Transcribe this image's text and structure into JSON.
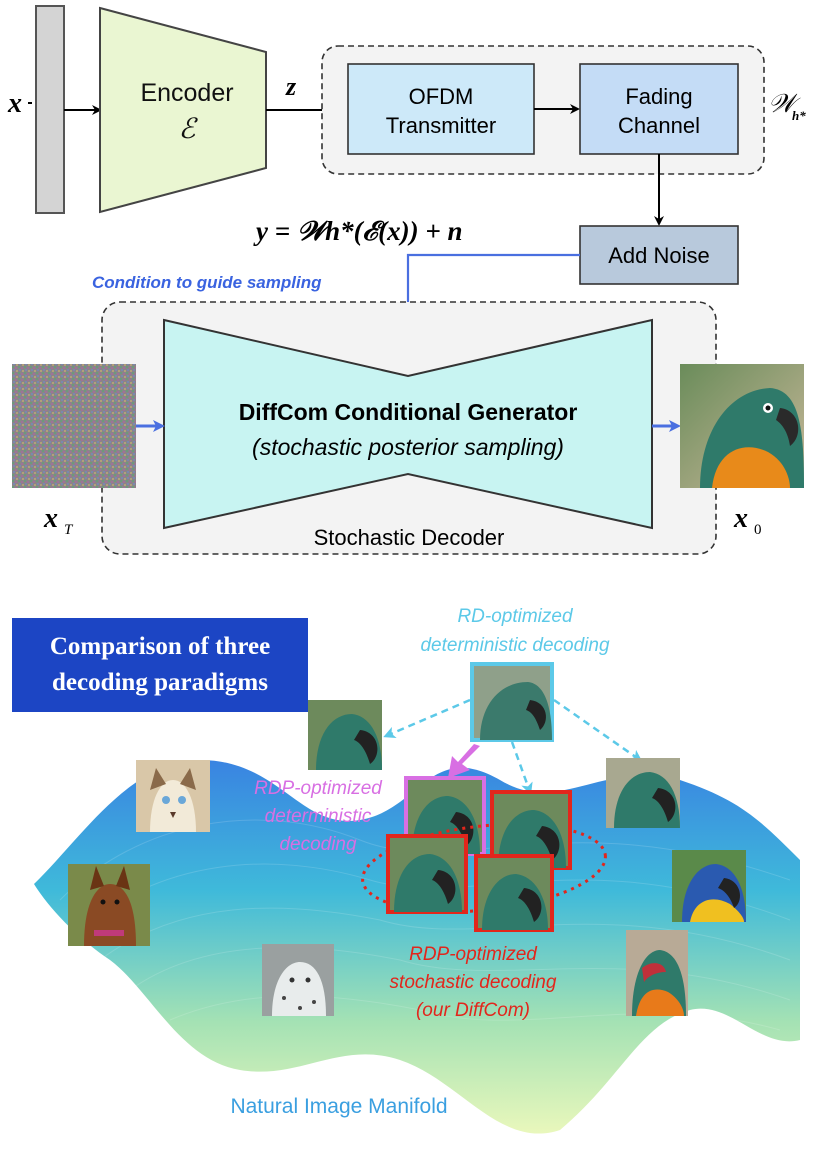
{
  "top": {
    "input_label": "x",
    "encoder": {
      "line1": "Encoder",
      "line2": "ℰ"
    },
    "latent_label": "z",
    "ofdm": {
      "line1": "OFDM",
      "line2": "Transmitter"
    },
    "fading": {
      "line1": "Fading",
      "line2": "Channel"
    },
    "channel_group_label": "𝒲",
    "channel_group_sub": "h*",
    "equation": "y = 𝒲h*(ℰ(x)) + n",
    "add_noise": "Add Noise",
    "condition_label": "Condition to guide sampling",
    "generator_title": "DiffCom Conditional Generator",
    "generator_subtitle": "(stochastic posterior sampling)",
    "decoder_label": "Stochastic Decoder",
    "xT_label": "x",
    "xT_sub": "T",
    "x0_label": "x",
    "x0_sub": "0"
  },
  "bottom": {
    "title_line1": "Comparison of three",
    "title_line2": "decoding paradigms",
    "rd_label_line1": "RD-optimized",
    "rd_label_line2": "deterministic decoding",
    "rdp_det_line1": "RDP-optimized",
    "rdp_det_line2": "deterministic",
    "rdp_det_line3": "decoding",
    "rdp_sto_line1": "RDP-optimized",
    "rdp_sto_line2": "stochastic decoding",
    "rdp_sto_line3": "(our DiffCom)",
    "manifold_label": "Natural Image Manifold"
  },
  "colors": {
    "encoder_fill": "#eaf6d2",
    "box_fill": "#cde9f9",
    "fading_fill": "#c4dcf6",
    "noise_fill": "#b8c9dc",
    "generator_fill": "#c8f4f2",
    "blue_arrow": "#4a6fe0",
    "rd_color": "#5cc9e8",
    "rdp_det_color": "#d86fe3",
    "rdp_sto_color": "#e2261c",
    "title_bg": "#1c45c4",
    "manifold_label": "#3a9fe0"
  }
}
